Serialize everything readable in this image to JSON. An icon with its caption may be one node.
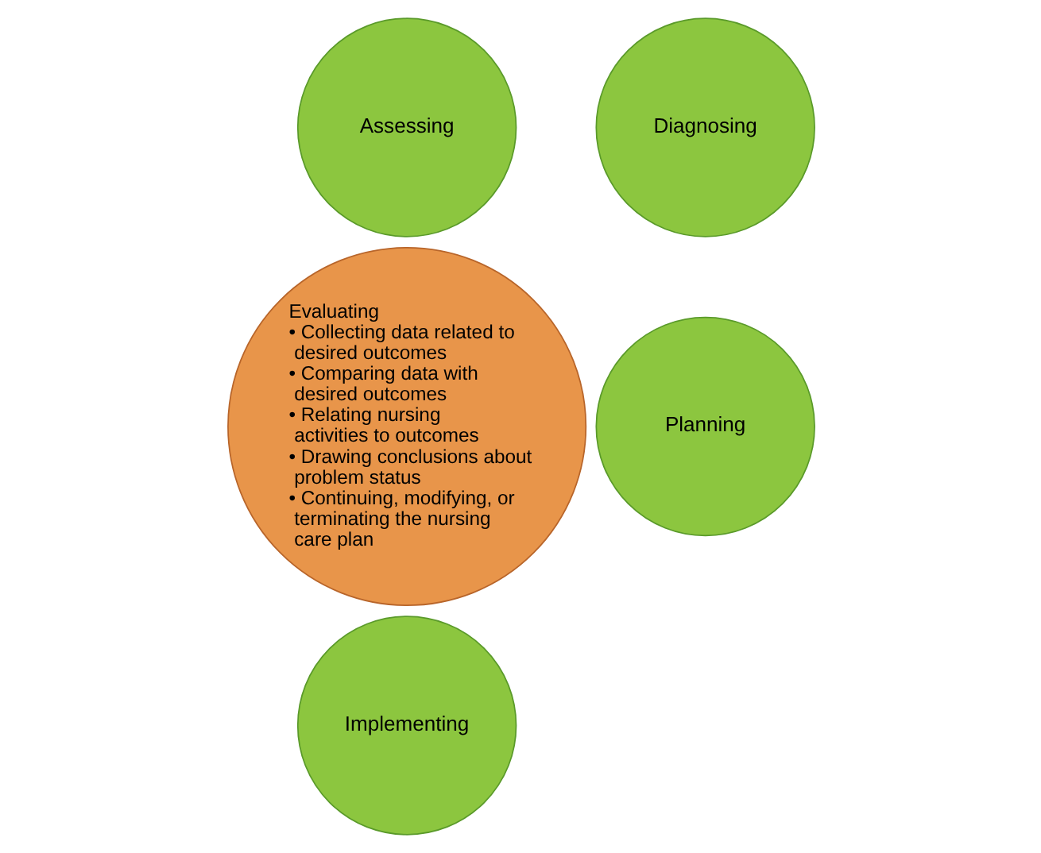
{
  "diagram": {
    "nodes": [
      {
        "text": [
          "Assessing"
        ]
      },
      {
        "text": [
          "Evaluating",
          "• Collecting data related to desired outcomes",
          "• Comparing data with desired outcomes",
          "• Relating nursing activities to outcomes",
          "• Drawing conclusions about problem status",
          "• Continuing, modifying, or terminating the nursing care plan"
        ]
      },
      {
        "text": [
          "Diagnosing"
        ]
      },
      {
        "text": [
          "Planning"
        ]
      },
      {
        "text": [
          "Implementing"
        ]
      }
    ],
    "edges": []
  }
}
